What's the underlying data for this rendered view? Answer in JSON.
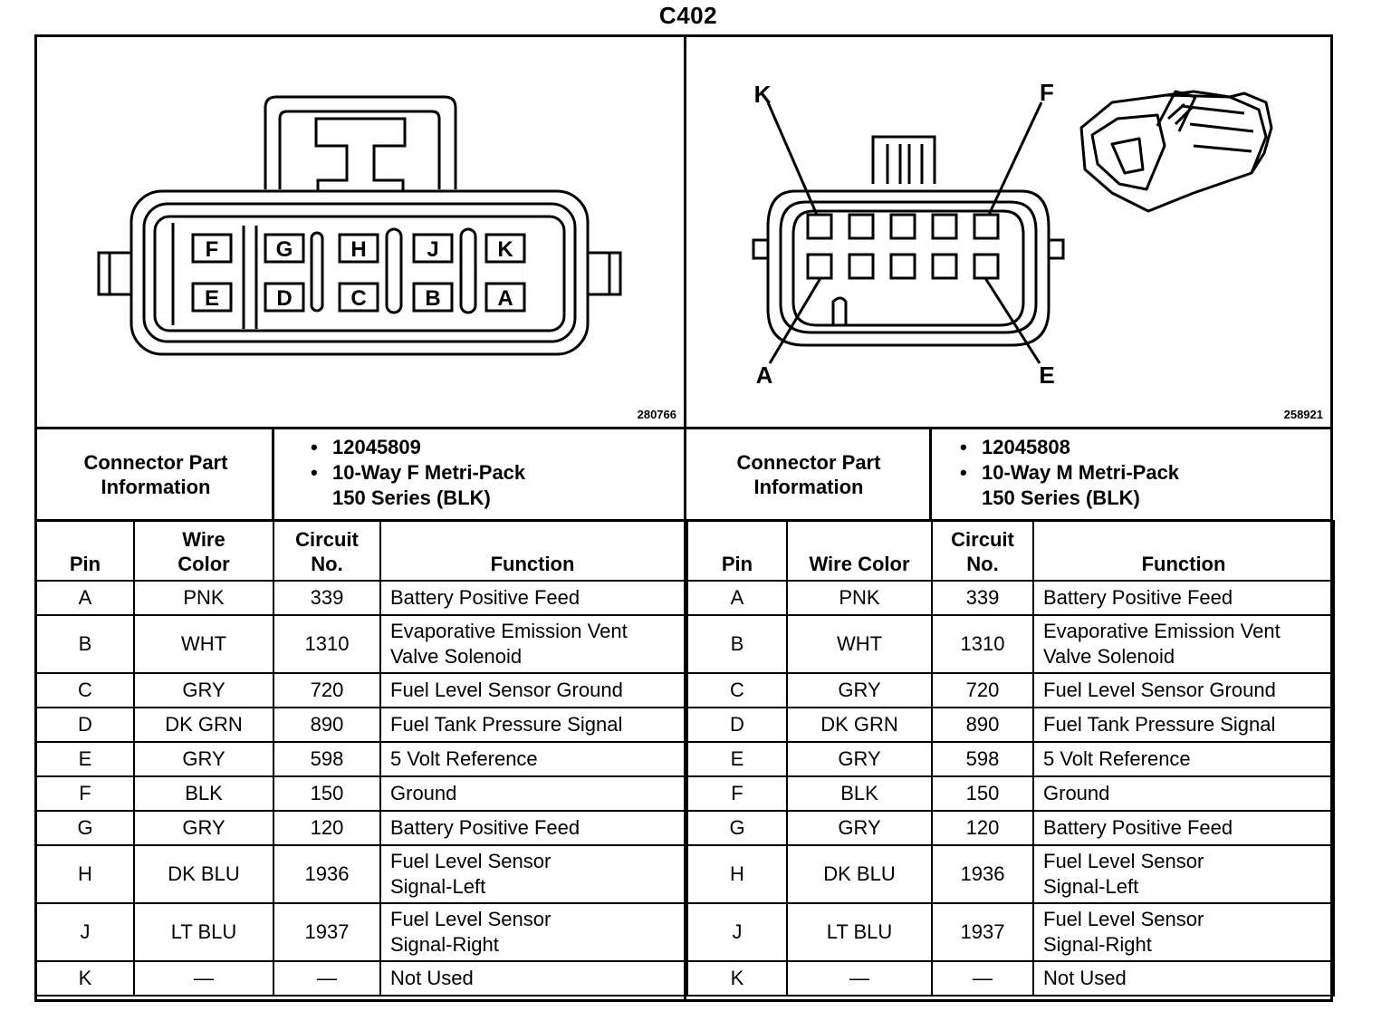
{
  "title": "C402",
  "left": {
    "figure_number": "280766",
    "pin_labels_top": [
      "F",
      "G",
      "H",
      "J",
      "K"
    ],
    "pin_labels_bottom": [
      "E",
      "D",
      "C",
      "B",
      "A"
    ],
    "part_info_label_1": "Connector Part",
    "part_info_label_2": "Information",
    "part_info": [
      "12045809",
      "10-Way F Metri-Pack",
      "150 Series (BLK)"
    ]
  },
  "right": {
    "figure_number": "258921",
    "callouts": {
      "k": "K",
      "f": "F",
      "a": "A",
      "e": "E"
    },
    "part_info_label_1": "Connector Part",
    "part_info_label_2": "Information",
    "part_info": [
      "12045808",
      "10-Way M Metri-Pack",
      "150 Series (BLK)"
    ]
  },
  "headers": {
    "pin": "Pin",
    "wire_color_1": "Wire",
    "wire_color_2": "Color",
    "wire_color": "Wire Color",
    "circuit_1": "Circuit",
    "circuit_2": "No.",
    "function": "Function"
  },
  "rows": [
    {
      "pin": "A",
      "color": "PNK",
      "circuit": "339",
      "function_1": "Battery Positive Feed",
      "function_2": ""
    },
    {
      "pin": "B",
      "color": "WHT",
      "circuit": "1310",
      "function_1": "Evaporative Emission Vent",
      "function_2": "Valve Solenoid"
    },
    {
      "pin": "C",
      "color": "GRY",
      "circuit": "720",
      "function_1": "Fuel Level Sensor Ground",
      "function_2": ""
    },
    {
      "pin": "D",
      "color": "DK GRN",
      "circuit": "890",
      "function_1": "Fuel Tank Pressure Signal",
      "function_2": ""
    },
    {
      "pin": "E",
      "color": "GRY",
      "circuit": "598",
      "function_1": "5 Volt Reference",
      "function_2": ""
    },
    {
      "pin": "F",
      "color": "BLK",
      "circuit": "150",
      "function_1": "Ground",
      "function_2": ""
    },
    {
      "pin": "G",
      "color": "GRY",
      "circuit": "120",
      "function_1": "Battery Positive Feed",
      "function_2": ""
    },
    {
      "pin": "H",
      "color": "DK BLU",
      "circuit": "1936",
      "function_1": "Fuel Level Sensor",
      "function_2": "Signal-Left"
    },
    {
      "pin": "J",
      "color": "LT BLU",
      "circuit": "1937",
      "function_1": "Fuel Level Sensor",
      "function_2": "Signal-Right"
    },
    {
      "pin": "K",
      "color": "—",
      "circuit": "—",
      "function_1": "Not Used",
      "function_2": ""
    }
  ]
}
